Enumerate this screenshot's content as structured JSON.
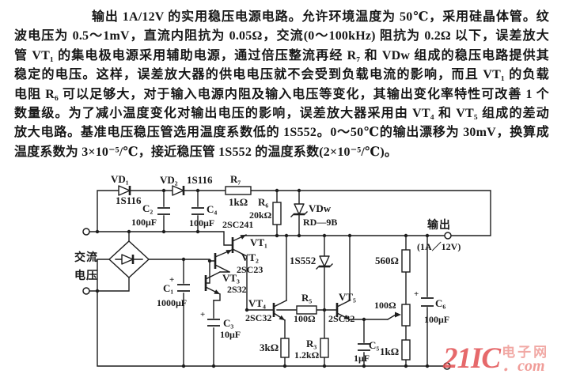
{
  "text": {
    "lines": [
      "输出 1A/12V 的实用稳压电源电路。允许环境温度为 50℃，采用硅晶体管。纹",
      "波电压为 0.5～1mV，直流内阻抗为 0.05Ω，交流(0～100kHz) 阻抗为 0.2Ω 以下，误差放大",
      "管 VT₁ 的集电极电源采用辅助电源，通过倍压整流再经 R₇ 和 VDw 组成的稳压电路提供其",
      "稳定的电压。这样，误差放大器的供电电压就不会受到负载电流的影响，而且 VT₁ 的负载",
      "电阻 R₆ 可以足够大，对于输入电源内阻及输入电压等变化，其输出变化率特性可改善 1 个",
      "数量级。为了减小温度变化对输出电压的影响，误差放大器采用由 VT₄ 和 VT₅ 组成的差动",
      "放大电路。基准电压稳压管选用温度系数低的 1S552。0～50℃的输出漂移为 30mV，换算成",
      "温度系数为 3×10⁻⁵/℃，接近稳压管 1S552 的温度系数(2×10⁻⁵/℃)。"
    ]
  },
  "circuit": {
    "ac_label_1": "交流",
    "ac_label_2": "电压",
    "vd1": "VD₁",
    "vd1_part": "1S116",
    "vd2": "VD₂",
    "vd2_part": "1S116",
    "r7": "R₇",
    "r7_val": "1kΩ",
    "r6": "R₆",
    "r6_val": "20kΩ",
    "vdw": "VDw",
    "vdw_part": "RD—9B",
    "c2": "C₂",
    "c2_val": "100μF",
    "c4": "C₄",
    "c4_val": "100μF",
    "c1": "C₁",
    "c1_val": "1000μF",
    "c3": "C₃",
    "c3_val": "10μF",
    "c5": "C₅",
    "c5_val": "1μF",
    "c6": "C₆",
    "c6_val": "100μF",
    "vt1": "VT₁",
    "vt1_part": "2SC241",
    "vt2": "VT₂",
    "vt2_part": "2SC23",
    "vt3": "VT₃",
    "vt3_part": "2S32",
    "vt4": "VT₄",
    "vt4_part": "2SC32",
    "vt5": "VT₅",
    "vt5_part": "2SC32",
    "zener_ref": "1S552",
    "r5": "R₅",
    "r5_val": "100Ω",
    "r3": "R₃",
    "r3_val": "1.2kΩ",
    "r3k": "3kΩ",
    "r560": "560Ω",
    "pot_val": "100Ω",
    "r1k": "1kΩ",
    "plus": "+",
    "output_label": "输出",
    "output_rating": "(1A／12V)"
  },
  "watermark": {
    "brand": "21IC",
    "cn": "电子网",
    "suffix": "．com",
    "color": "#e25052"
  }
}
